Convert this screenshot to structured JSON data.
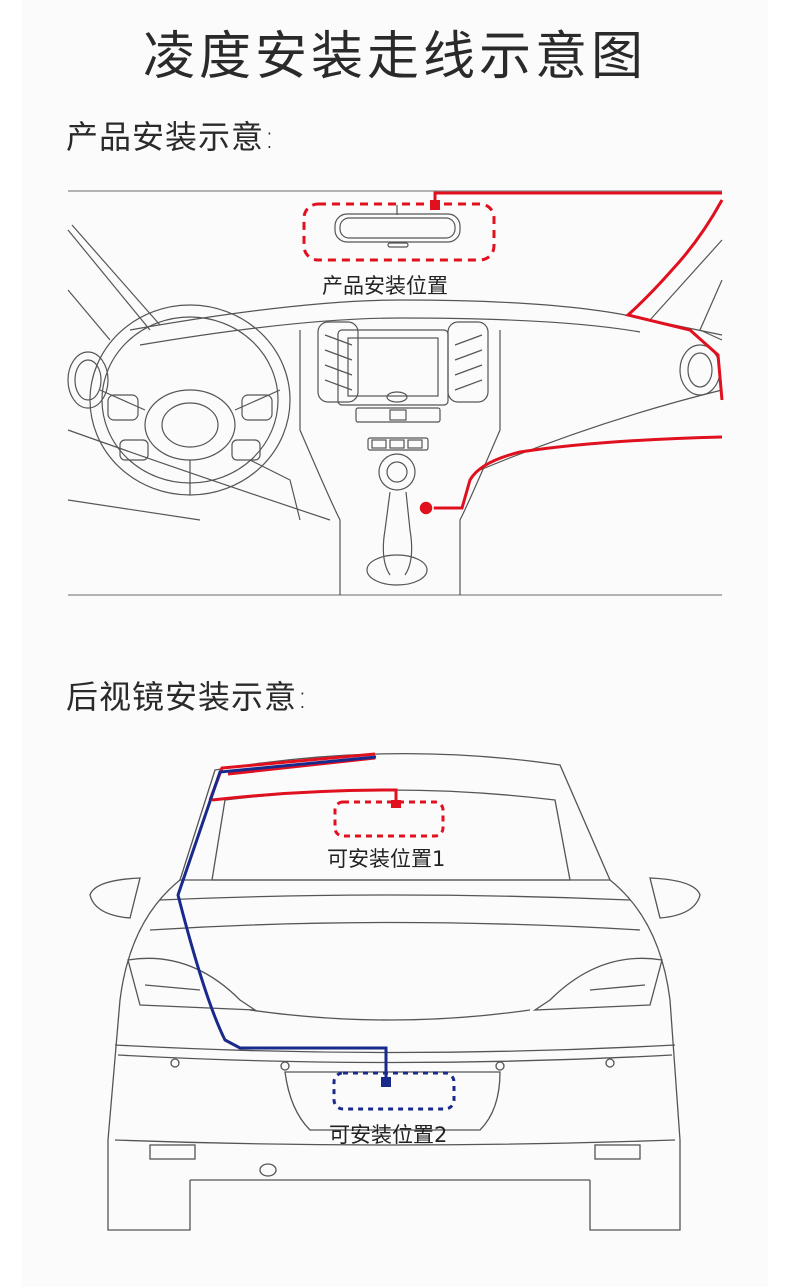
{
  "title": "凌度安装走线示意图",
  "section1": {
    "title": "产品安装示意:",
    "install_label": "产品安装位置"
  },
  "section2": {
    "title": "后视镜安装示意:",
    "position1_label": "可安装位置1",
    "position2_label": "可安装位置2"
  },
  "colors": {
    "front_wire": "#e0101f",
    "rear_wire": "#1a2a8c",
    "line_art": "#555555"
  }
}
